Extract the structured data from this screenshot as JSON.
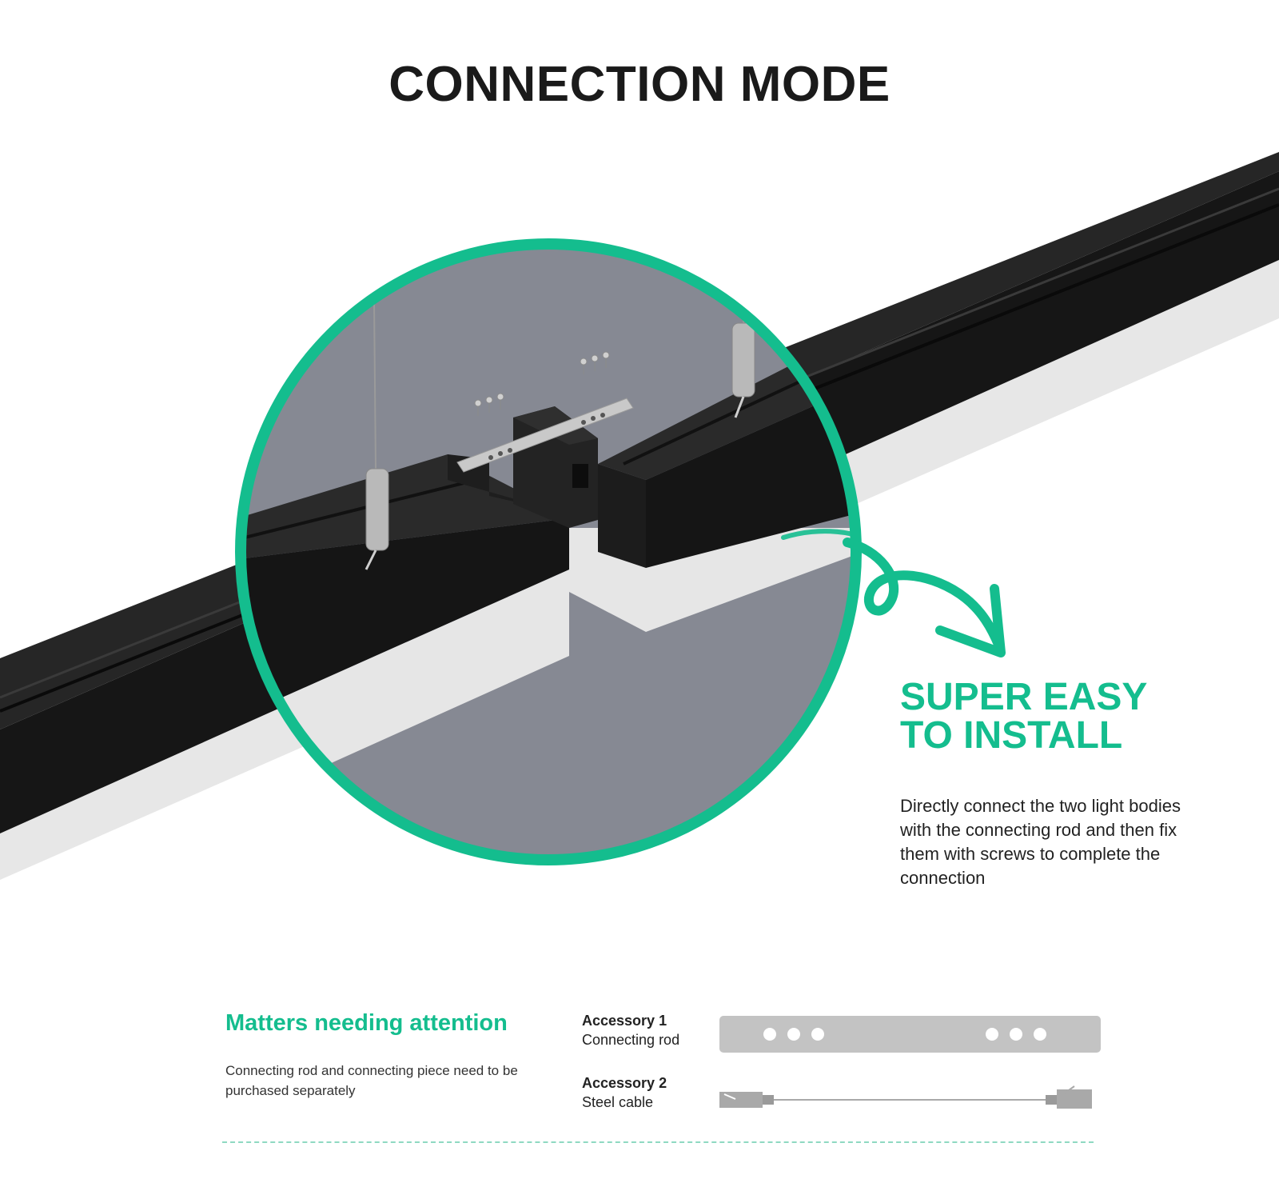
{
  "header": {
    "title": "CONNECTION MODE"
  },
  "feature": {
    "headline_line1": "SUPER EASY",
    "headline_line2": "TO INSTALL",
    "description": "Directly connect the two light bodies with the connecting rod and then fix them with screws to complete the connection"
  },
  "attention": {
    "title": "Matters needing attention",
    "note": "Connecting rod and connecting piece need to be purchased separately"
  },
  "accessories": [
    {
      "label": "Accessory 1",
      "name": "Connecting rod"
    },
    {
      "label": "Accessory 2",
      "name": "Steel cable"
    }
  ],
  "colors": {
    "accent": "#14bd8e",
    "profile": "#141414",
    "zoom_background": "#868993",
    "diffuser": "#e6e6e6",
    "accessory_gray": "#c3c3c3"
  },
  "icons": {
    "arrow": "curly-arrow-icon",
    "rod": "connecting-rod-icon",
    "cable": "steel-cable-icon"
  }
}
